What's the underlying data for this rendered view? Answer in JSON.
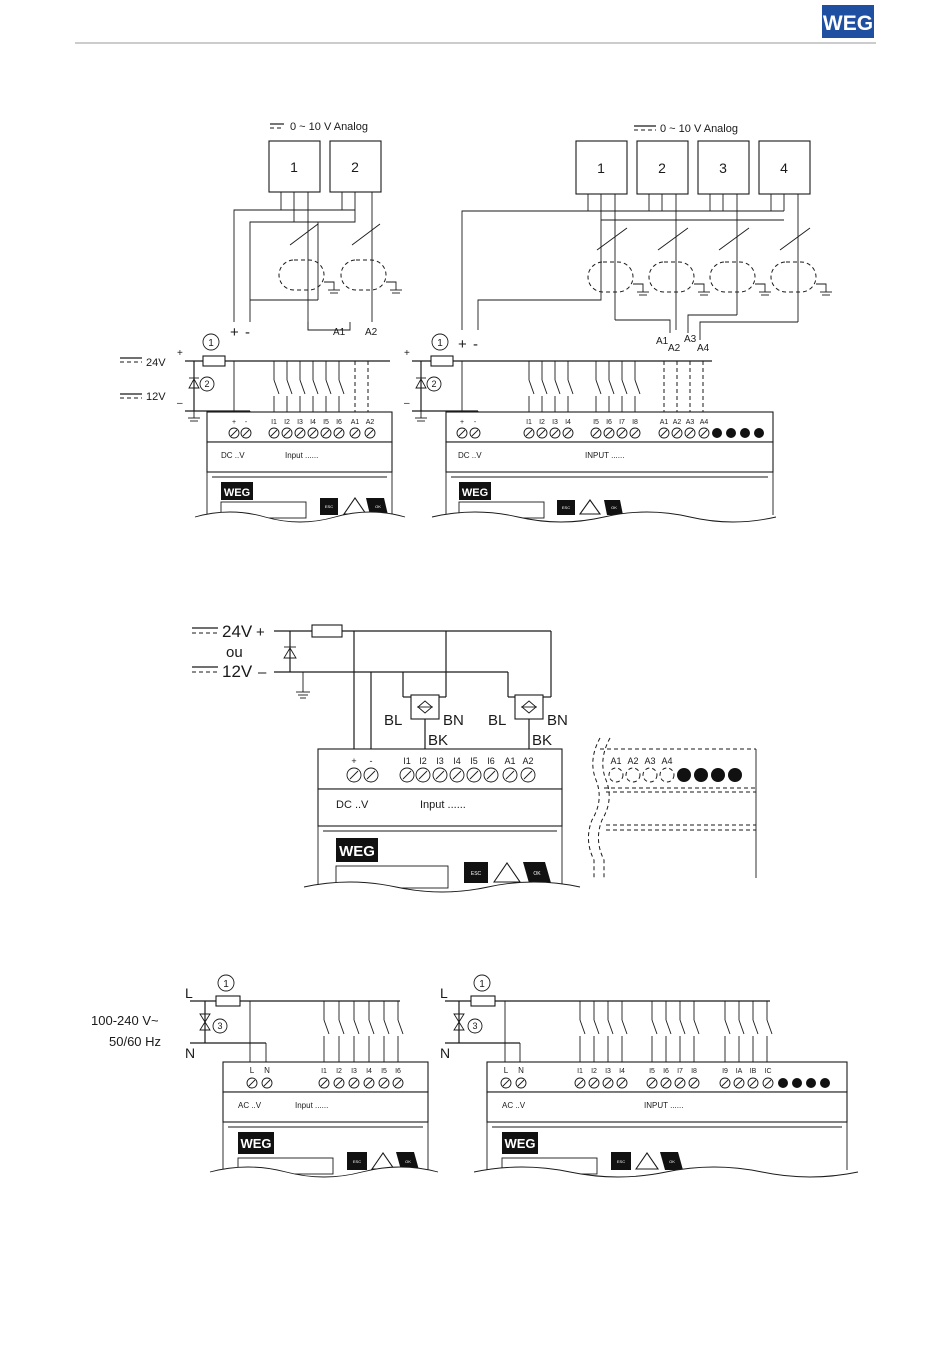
{
  "header": {
    "logo_text": "WEG"
  },
  "fig1": {
    "left": {
      "analog_label": "0 ~ 10 V  Analog",
      "sensors": [
        "1",
        "2"
      ],
      "supply_plus": "+",
      "supply_minus": "-",
      "analog_terminals": [
        "A1",
        "A2"
      ],
      "voltage_24": "24V",
      "voltage_12": "12V",
      "plus_sign": "+",
      "minus_sign": "–",
      "fuse_num": "1",
      "diode_num": "2",
      "terminal_labels": [
        "+",
        "-",
        "I1",
        "I2",
        "I3",
        "I4",
        "I5",
        "I6",
        "A1",
        "A2"
      ],
      "dc_label": "DC ..V",
      "input_label": "Input ......",
      "logo_text": "WEG",
      "key_esc": "ESC",
      "key_ok": "OK"
    },
    "right": {
      "analog_label": "0 ~ 10 V  Analog",
      "sensors": [
        "1",
        "2",
        "3",
        "4"
      ],
      "supply_plus": "+",
      "supply_minus": "-",
      "analog_terminals": [
        "A1",
        "A2",
        "A3",
        "A4"
      ],
      "plus_sign": "+",
      "minus_sign": "–",
      "fuse_num": "1",
      "diode_num": "2",
      "terminal_labels": [
        "+",
        "-",
        "I1",
        "I2",
        "I3",
        "I4",
        "I5",
        "I6",
        "I7",
        "I8",
        "A1",
        "A2",
        "A3",
        "A4"
      ],
      "dc_label": "DC ..V",
      "input_label": "INPUT ......",
      "logo_text": "WEG",
      "key_esc": "ESC",
      "key_ok": "OK"
    }
  },
  "fig2": {
    "voltage_24": "24V",
    "plus_sign": "+",
    "ou": "ou",
    "voltage_12": "12V",
    "minus_sign": "–",
    "wire_bl": "BL",
    "wire_bn": "BN",
    "wire_bk": "BK",
    "terminal_labels": [
      "+",
      "-",
      "I1",
      "I2",
      "I3",
      "I4",
      "I5",
      "I6",
      "A1",
      "A2"
    ],
    "dc_label": "DC ..V",
    "input_label": "Input ......",
    "logo_text": "WEG",
    "key_esc": "ESC",
    "key_ok": "OK",
    "ext_terminal_labels": [
      "A1",
      "A2",
      "A3",
      "A4"
    ]
  },
  "fig3": {
    "supply_l": "L",
    "supply_n": "N",
    "supply_voltage": "100-240 V~",
    "supply_freq": "50/60 Hz",
    "fuse_num": "1",
    "varistor_num": "3",
    "left": {
      "terminal_labels": [
        "L",
        "N",
        "I1",
        "I2",
        "I3",
        "I4",
        "I5",
        "I6"
      ],
      "ac_label": "AC ..V",
      "input_label": "Input ......",
      "logo_text": "WEG",
      "key_esc": "ESC",
      "key_ok": "OK"
    },
    "right": {
      "terminal_labels": [
        "L",
        "N",
        "I1",
        "I2",
        "I3",
        "I4",
        "I5",
        "I6",
        "I7",
        "I8",
        "I9",
        "IA",
        "IB",
        "IC"
      ],
      "ac_label": "AC ..V",
      "input_label": "INPUT ......",
      "logo_text": "WEG",
      "key_esc": "ESC",
      "key_ok": "OK"
    }
  }
}
